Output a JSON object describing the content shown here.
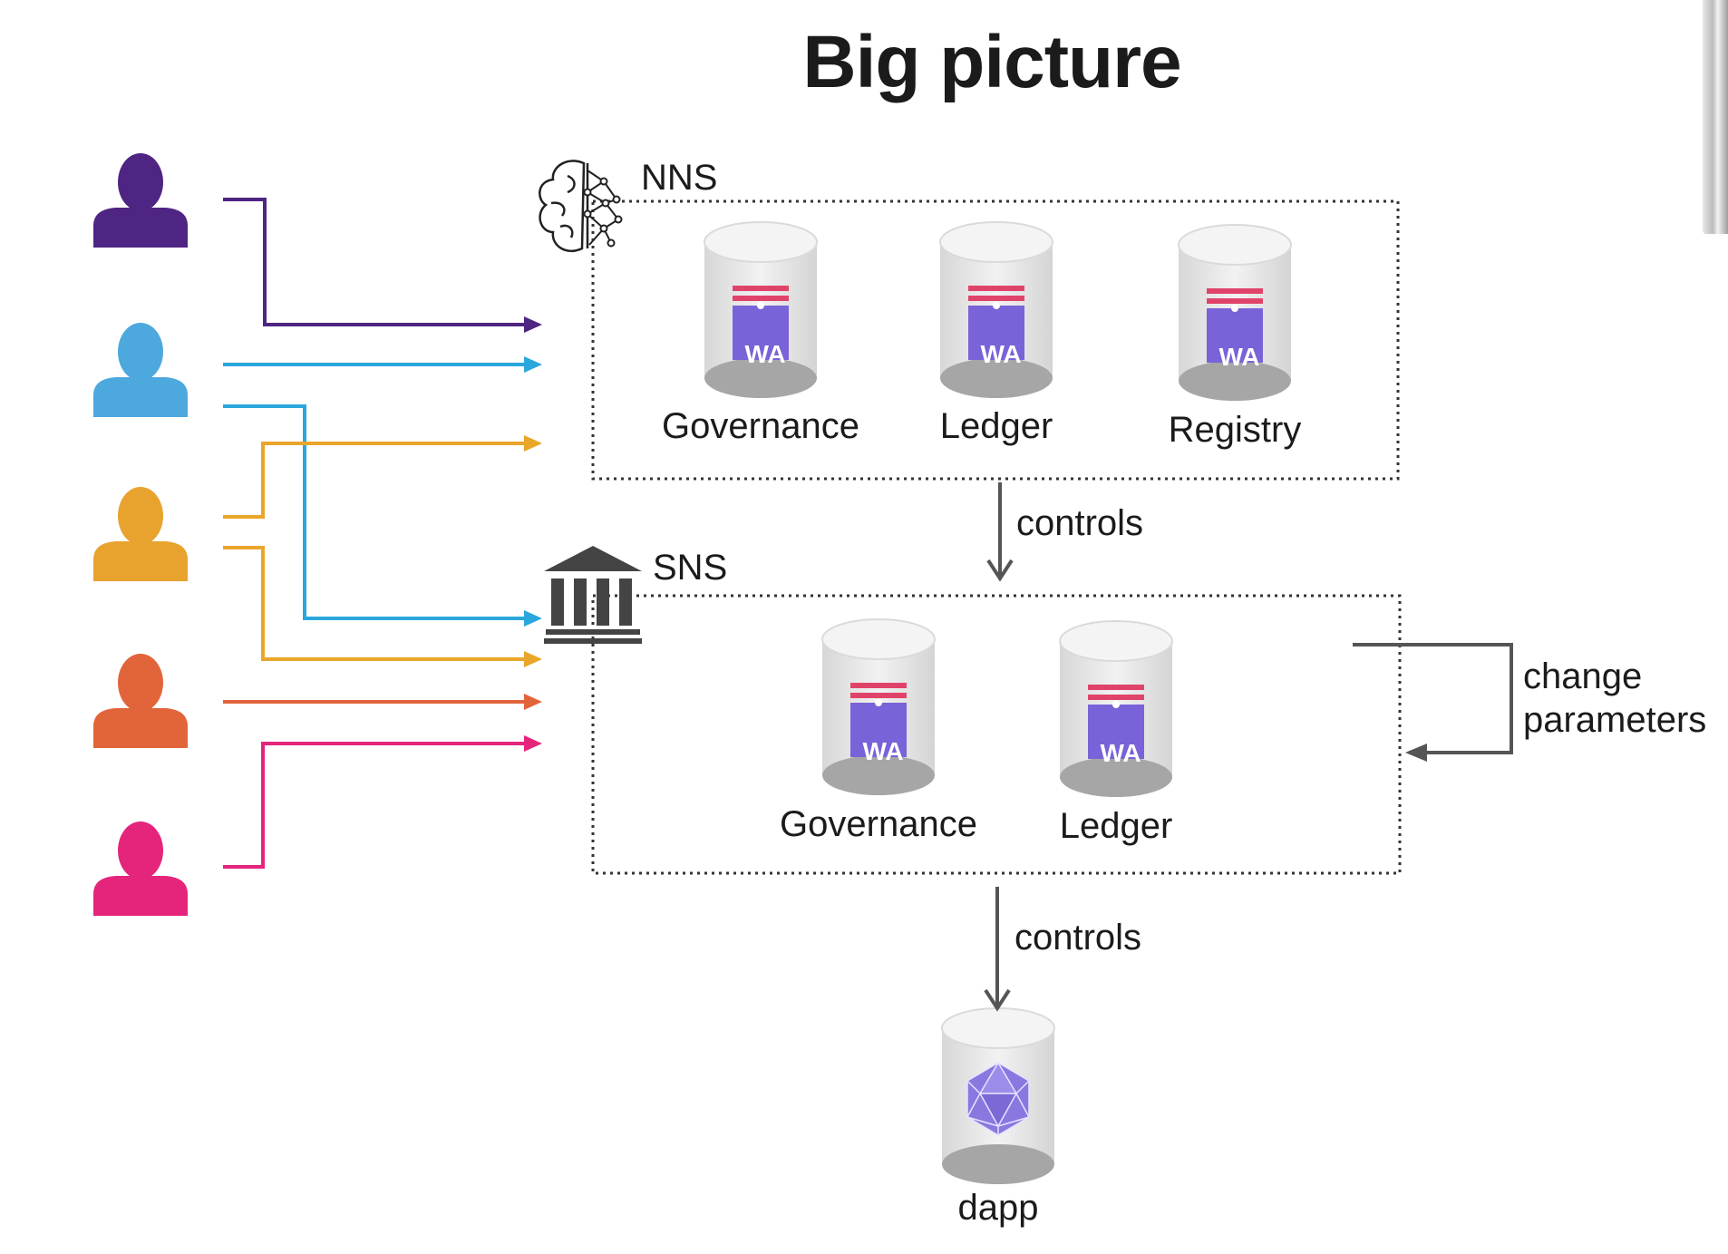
{
  "title": "Big picture",
  "nns": {
    "label": "NNS",
    "icon": "brain-icon",
    "canisters": [
      {
        "label": "Governance",
        "badge": "WA"
      },
      {
        "label": "Ledger",
        "badge": "WA"
      },
      {
        "label": "Registry",
        "badge": "WA"
      }
    ]
  },
  "sns": {
    "label": "SNS",
    "icon": "bank-icon",
    "canisters": [
      {
        "label": "Governance",
        "badge": "WA"
      },
      {
        "label": "Ledger",
        "badge": "WA"
      }
    ]
  },
  "arrows": {
    "nns_to_sns": "controls",
    "sns_to_dapp": "controls",
    "self_loop_line1": "change",
    "self_loop_line2": "parameters"
  },
  "dapp": {
    "label": "dapp",
    "icon": "icosahedron-icon"
  },
  "users": [
    {
      "icon": "user-icon",
      "color": "#4e2582"
    },
    {
      "icon": "user-icon",
      "color": "#4da8de"
    },
    {
      "icon": "user-icon",
      "color": "#e8a32f"
    },
    {
      "icon": "user-icon",
      "color": "#e2643a"
    },
    {
      "icon": "user-icon",
      "color": "#e5247c"
    }
  ],
  "colors": {
    "purple": "#4e2582",
    "blue": "#2aa7dc",
    "orange": "#eaa62a",
    "red_orange": "#e2643a",
    "pink": "#e5247c",
    "badge_purple": "#7a62d8",
    "badge_stripe": "#e0436a",
    "arrow_gray": "#555555"
  }
}
